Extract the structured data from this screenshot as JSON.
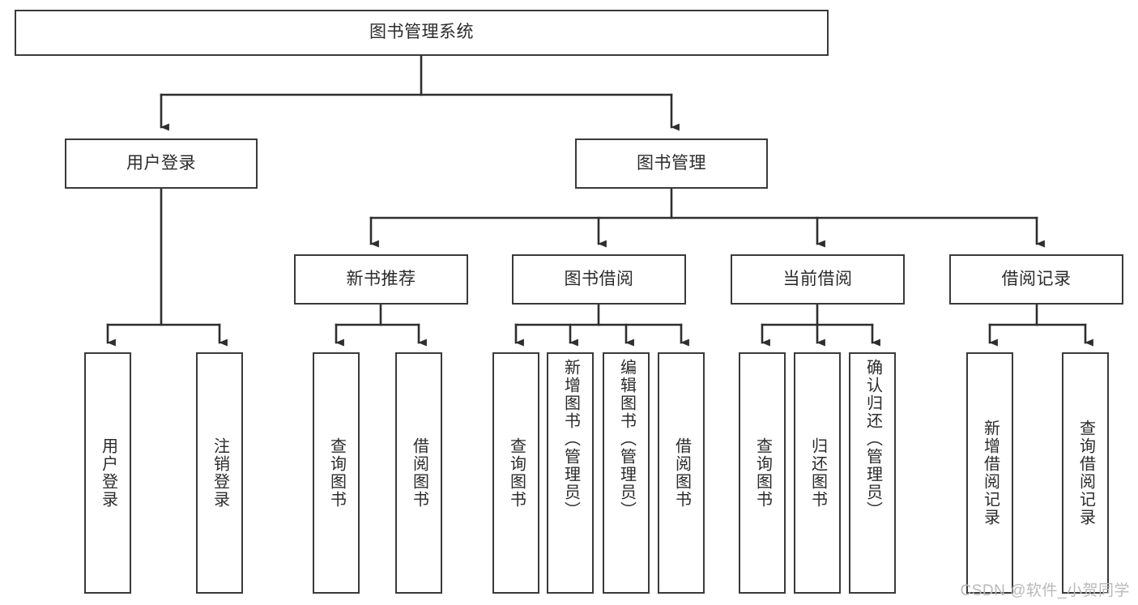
{
  "diagram": {
    "type": "tree",
    "title": "图书管理系统",
    "watermark": "CSDN @软件_小贺同学",
    "colors": {
      "background": "#ffffff",
      "stroke": "#3a3a3a",
      "text": "#2b2b2b",
      "watermark": "#b9b9b9"
    },
    "root": {
      "label": "图书管理系统"
    },
    "level2": [
      {
        "label": "用户登录"
      },
      {
        "label": "图书管理"
      }
    ],
    "level3": [
      {
        "label": "新书推荐"
      },
      {
        "label": "图书借阅"
      },
      {
        "label": "当前借阅"
      },
      {
        "label": "借阅记录"
      }
    ],
    "leaves": {
      "user_login": [
        {
          "label": "用户登录"
        },
        {
          "label": "注销登录"
        }
      ],
      "new_book_recommend": [
        {
          "label": "查询图书"
        },
        {
          "label": "借阅图书"
        }
      ],
      "book_borrow": [
        {
          "label": "查询图书"
        },
        {
          "label": "新增图书（管理员）"
        },
        {
          "label": "编辑图书（管理员）"
        },
        {
          "label": "借阅图书"
        }
      ],
      "current_borrow": [
        {
          "label": "查询图书"
        },
        {
          "label": "归还图书"
        },
        {
          "label": "确认归还（管理员）"
        }
      ],
      "borrow_record": [
        {
          "label": "新增借阅记录"
        },
        {
          "label": "查询借阅记录"
        }
      ]
    }
  }
}
